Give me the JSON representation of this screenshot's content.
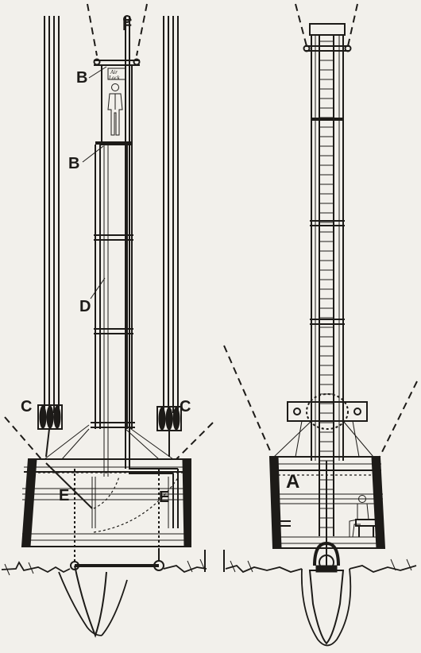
{
  "labels": {
    "A": "A",
    "B_top": "B",
    "B_mid": "B",
    "C_left": "C",
    "C_right": "C",
    "D": "D",
    "E_left": "E",
    "E_right": "E",
    "F": "F"
  },
  "sign_text": [
    "Air",
    "Lock"
  ]
}
